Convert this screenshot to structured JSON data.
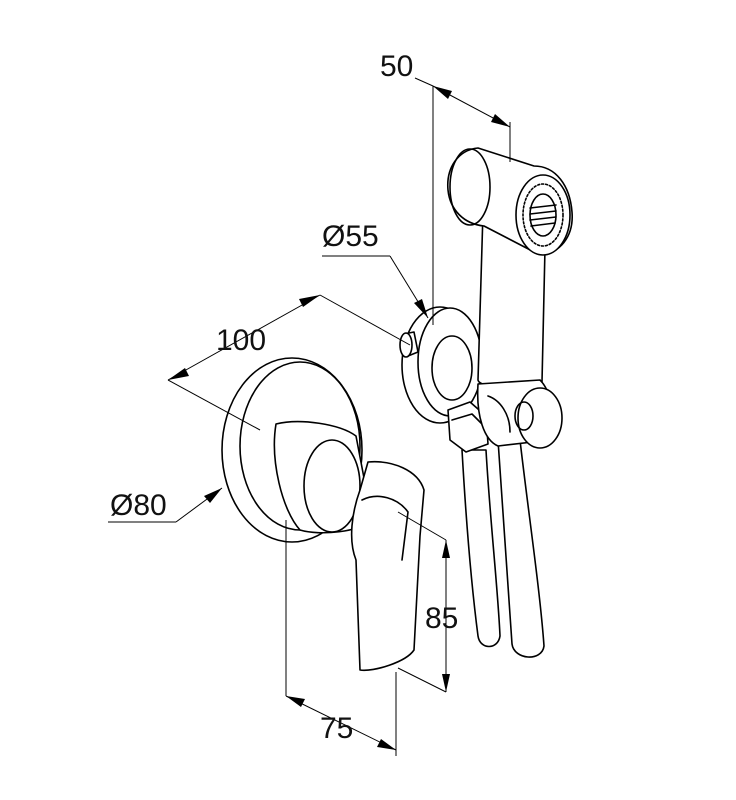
{
  "dimensions": {
    "head_width": "50",
    "bracket_diameter": "Ø55",
    "depth": "100",
    "rosette_diameter": "Ø80",
    "lever_height": "85",
    "lever_projection": "75"
  }
}
